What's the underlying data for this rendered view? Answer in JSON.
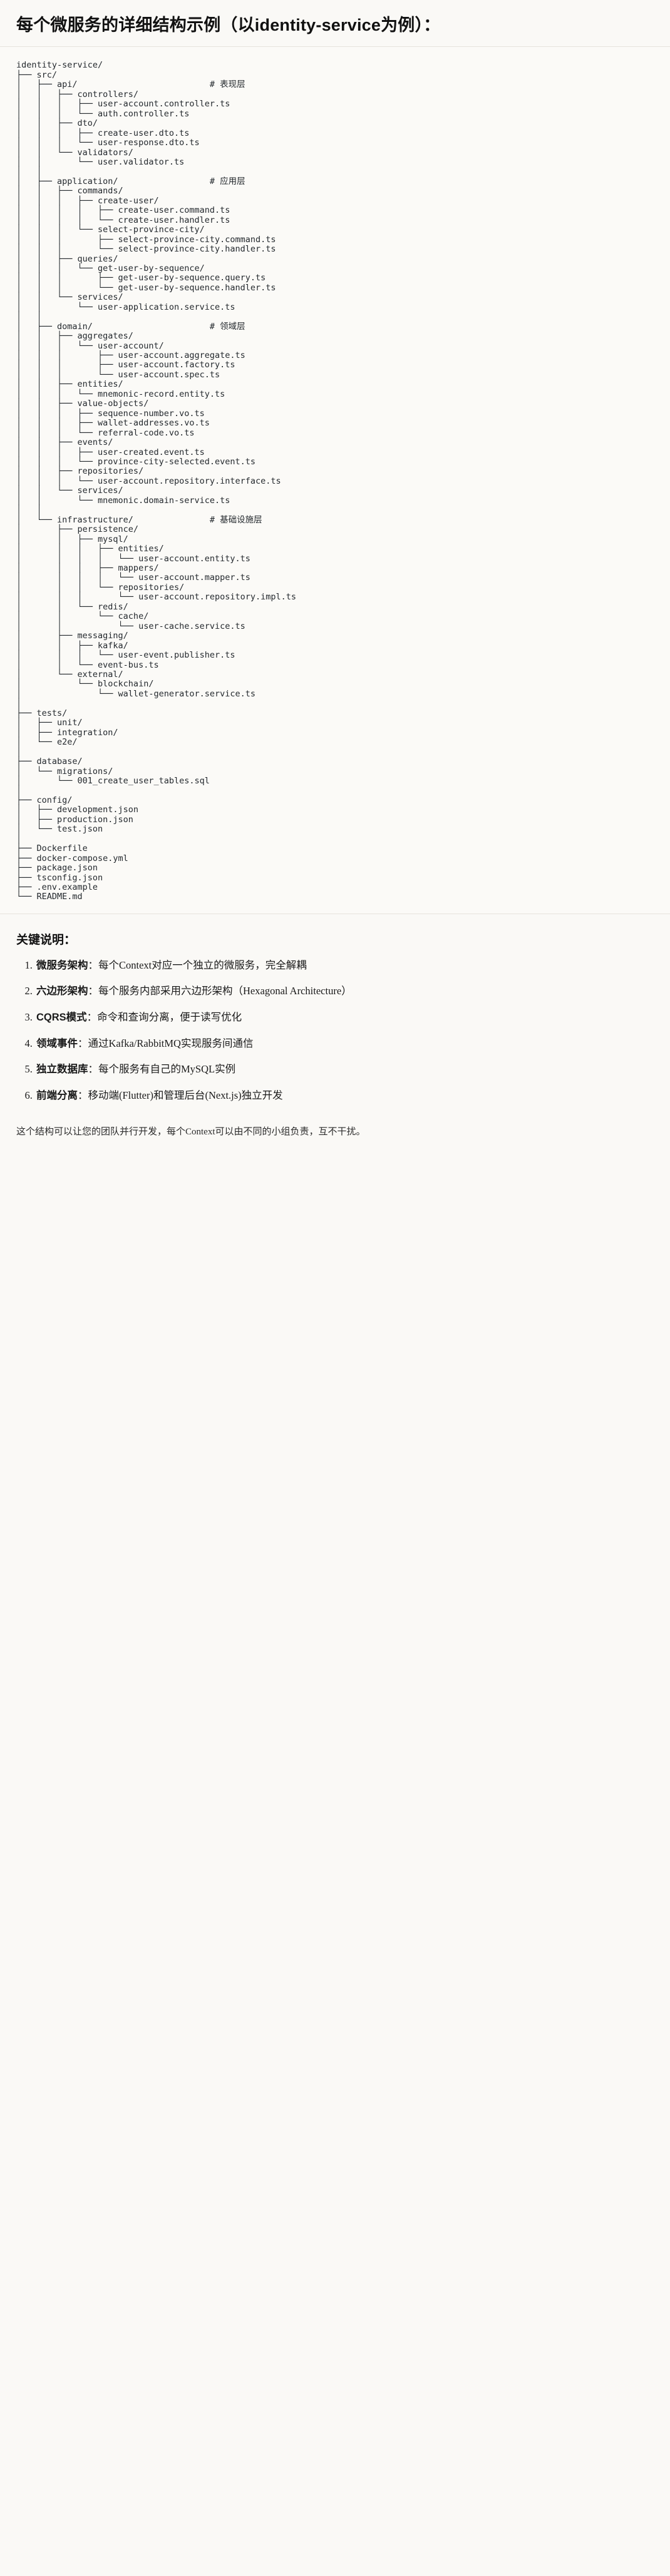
{
  "document": {
    "title": "每个微服务的详细结构示例（以identity-service为例）：",
    "tree_root": "identity-service/",
    "tree": "identity-service/\n├── src/\n│   ├── api/                          # 表现层\n│   │   ├── controllers/\n│   │   │   ├── user-account.controller.ts\n│   │   │   └── auth.controller.ts\n│   │   ├── dto/\n│   │   │   ├── create-user.dto.ts\n│   │   │   └── user-response.dto.ts\n│   │   └── validators/\n│   │       └── user.validator.ts\n│   │\n│   ├── application/                  # 应用层\n│   │   ├── commands/\n│   │   │   ├── create-user/\n│   │   │   │   ├── create-user.command.ts\n│   │   │   │   └── create-user.handler.ts\n│   │   │   └── select-province-city/\n│   │   │       ├── select-province-city.command.ts\n│   │   │       └── select-province-city.handler.ts\n│   │   ├── queries/\n│   │   │   └── get-user-by-sequence/\n│   │   │       ├── get-user-by-sequence.query.ts\n│   │   │       └── get-user-by-sequence.handler.ts\n│   │   └── services/\n│   │       └── user-application.service.ts\n│   │\n│   ├── domain/                       # 领域层\n│   │   ├── aggregates/\n│   │   │   └── user-account/\n│   │   │       ├── user-account.aggregate.ts\n│   │   │       ├── user-account.factory.ts\n│   │   │       └── user-account.spec.ts\n│   │   ├── entities/\n│   │   │   └── mnemonic-record.entity.ts\n│   │   ├── value-objects/\n│   │   │   ├── sequence-number.vo.ts\n│   │   │   ├── wallet-addresses.vo.ts\n│   │   │   └── referral-code.vo.ts\n│   │   ├── events/\n│   │   │   ├── user-created.event.ts\n│   │   │   └── province-city-selected.event.ts\n│   │   ├── repositories/\n│   │   │   └── user-account.repository.interface.ts\n│   │   └── services/\n│   │       └── mnemonic.domain-service.ts\n│   │\n│   └── infrastructure/               # 基础设施层\n│       ├── persistence/\n│       │   ├── mysql/\n│       │   │   ├── entities/\n│       │   │   │   └── user-account.entity.ts\n│       │   │   ├── mappers/\n│       │   │   │   └── user-account.mapper.ts\n│       │   │   └── repositories/\n│       │   │       └── user-account.repository.impl.ts\n│       │   └── redis/\n│       │       └── cache/\n│       │           └── user-cache.service.ts\n│       ├── messaging/\n│       │   ├── kafka/\n│       │   │   └── user-event.publisher.ts\n│       │   └── event-bus.ts\n│       └── external/\n│           └── blockchain/\n│               └── wallet-generator.service.ts\n│\n├── tests/\n│   ├── unit/\n│   ├── integration/\n│   └── e2e/\n│\n├── database/\n│   └── migrations/\n│       └── 001_create_user_tables.sql\n│\n├── config/\n│   ├── development.json\n│   ├── production.json\n│   └── test.json\n│\n├── Dockerfile\n├── docker-compose.yml\n├── package.json\n├── tsconfig.json\n├── .env.example\n└── README.md",
    "layer_comments": [
      {
        "path": "src/api/",
        "comment": "# 表现层"
      },
      {
        "path": "src/application/",
        "comment": "# 应用层"
      },
      {
        "path": "src/domain/",
        "comment": "# 领域层"
      },
      {
        "path": "src/infrastructure/",
        "comment": "# 基础设施层"
      }
    ],
    "keys_title": "关键说明：",
    "keys": [
      {
        "lead": "微服务架构",
        "rest": "：每个Context对应一个独立的微服务，完全解耦"
      },
      {
        "lead": "六边形架构",
        "rest": "：每个服务内部采用六边形架构（Hexagonal Architecture）"
      },
      {
        "lead": "CQRS模式",
        "rest": "：命令和查询分离，便于读写优化"
      },
      {
        "lead": "领域事件",
        "rest": "：通过Kafka/RabbitMQ实现服务间通信"
      },
      {
        "lead": "独立数据库",
        "rest": "：每个服务有自己的MySQL实例"
      },
      {
        "lead": "前端分离",
        "rest": "：移动端(Flutter)和管理后台(Next.js)独立开发"
      }
    ],
    "closing": "这个结构可以让您的团队并行开发，每个Context可以由不同的小组负责，互不干扰。"
  }
}
